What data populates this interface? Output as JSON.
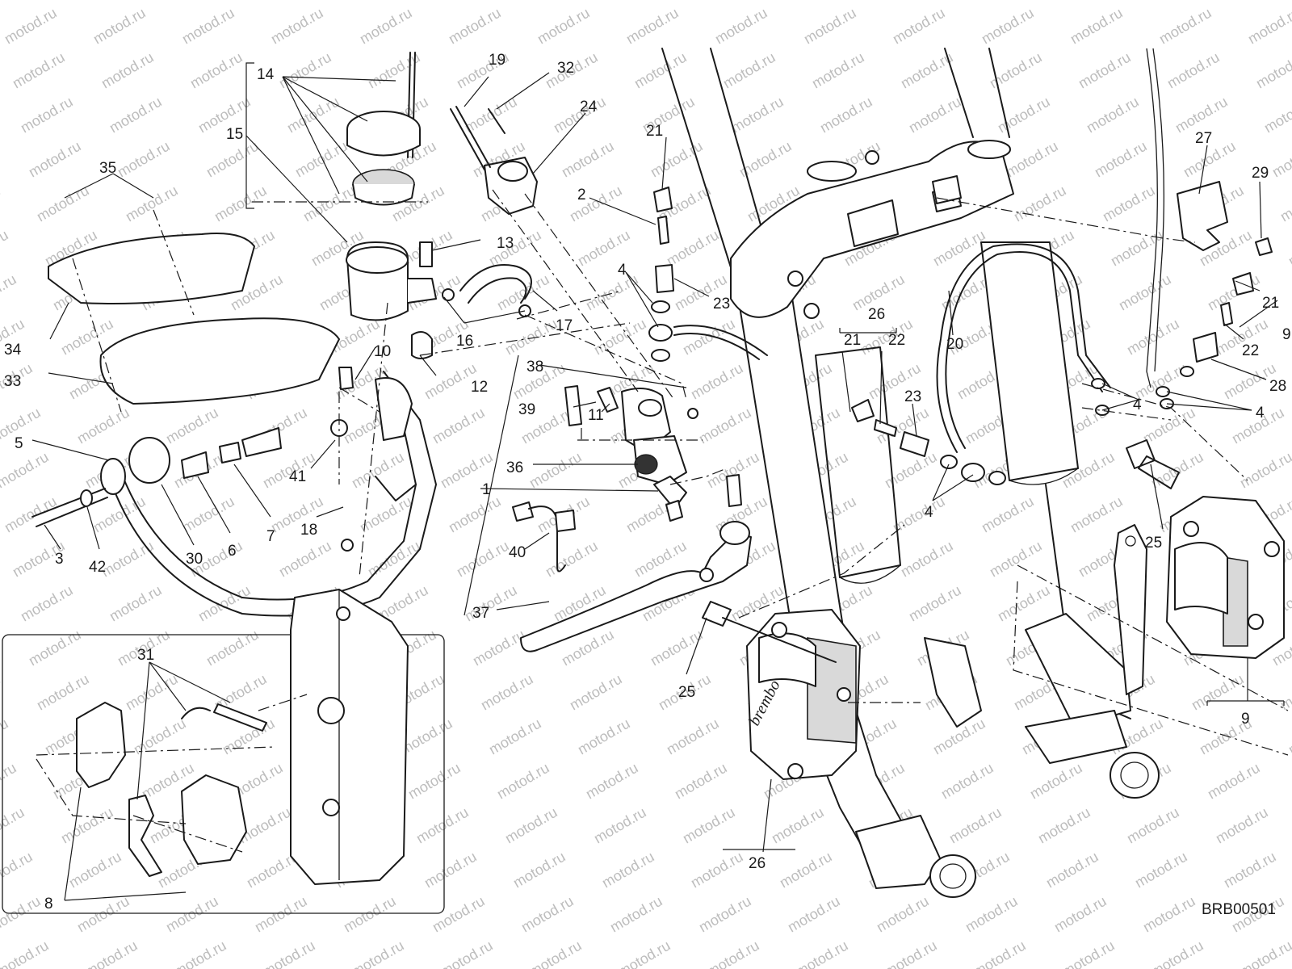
{
  "watermark": "motod.ru",
  "drawing_code": "BRB00501",
  "caliper_brand": "brembo",
  "callouts": [
    "1",
    "2",
    "3",
    "4",
    "5",
    "6",
    "7",
    "8",
    "9",
    "10",
    "11",
    "12",
    "13",
    "14",
    "15",
    "16",
    "17",
    "18",
    "19",
    "20",
    "21",
    "22",
    "23",
    "24",
    "25",
    "26",
    "27",
    "28",
    "29",
    "30",
    "31",
    "32",
    "33",
    "34",
    "35",
    "36",
    "37",
    "38",
    "39",
    "40",
    "41",
    "42"
  ]
}
